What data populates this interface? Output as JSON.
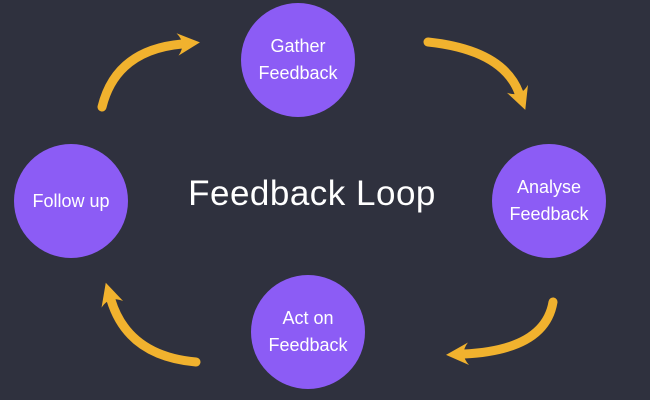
{
  "title": "Feedback Loop",
  "colors": {
    "background": "#2f313e",
    "node": "#8c5cf5",
    "node_text": "#ffffff",
    "title_text": "#ffffff",
    "arrow": "#f1b22e"
  },
  "nodes": [
    {
      "label": "Gather Feedback",
      "position": "top"
    },
    {
      "label": "Analyse Feedback",
      "position": "right"
    },
    {
      "label": "Act on Feedback",
      "position": "bottom"
    },
    {
      "label": "Follow up",
      "position": "left"
    }
  ],
  "flow": [
    {
      "from": "Follow up",
      "to": "Gather Feedback"
    },
    {
      "from": "Gather Feedback",
      "to": "Analyse Feedback"
    },
    {
      "from": "Analyse Feedback",
      "to": "Act on Feedback"
    },
    {
      "from": "Act on Feedback",
      "to": "Follow up"
    }
  ]
}
